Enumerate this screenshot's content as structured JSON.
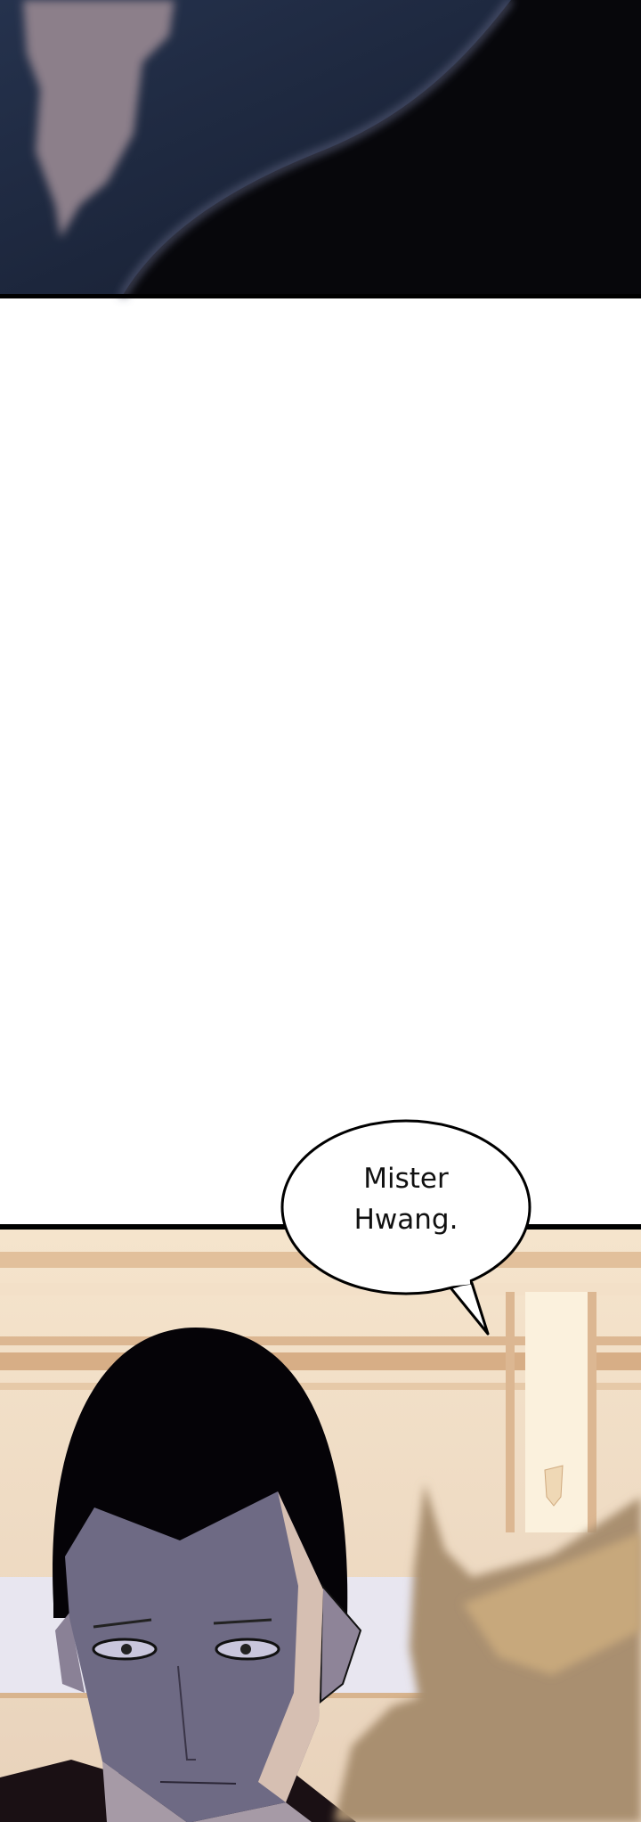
{
  "panels": [
    {
      "name": "top-panel",
      "palette": {
        "bg": "#1f2a42",
        "shadow": "#050508",
        "skin": "#8a7e88"
      }
    },
    {
      "name": "bottom-panel",
      "palette": {
        "wall": "#f0dcc2",
        "beam": "#d9b58e",
        "hair": "#050307",
        "skin": "#6f6a82",
        "blond": "#b89a72"
      }
    }
  ],
  "speech_bubble": {
    "line1": "Mister",
    "line2": "Hwang."
  }
}
